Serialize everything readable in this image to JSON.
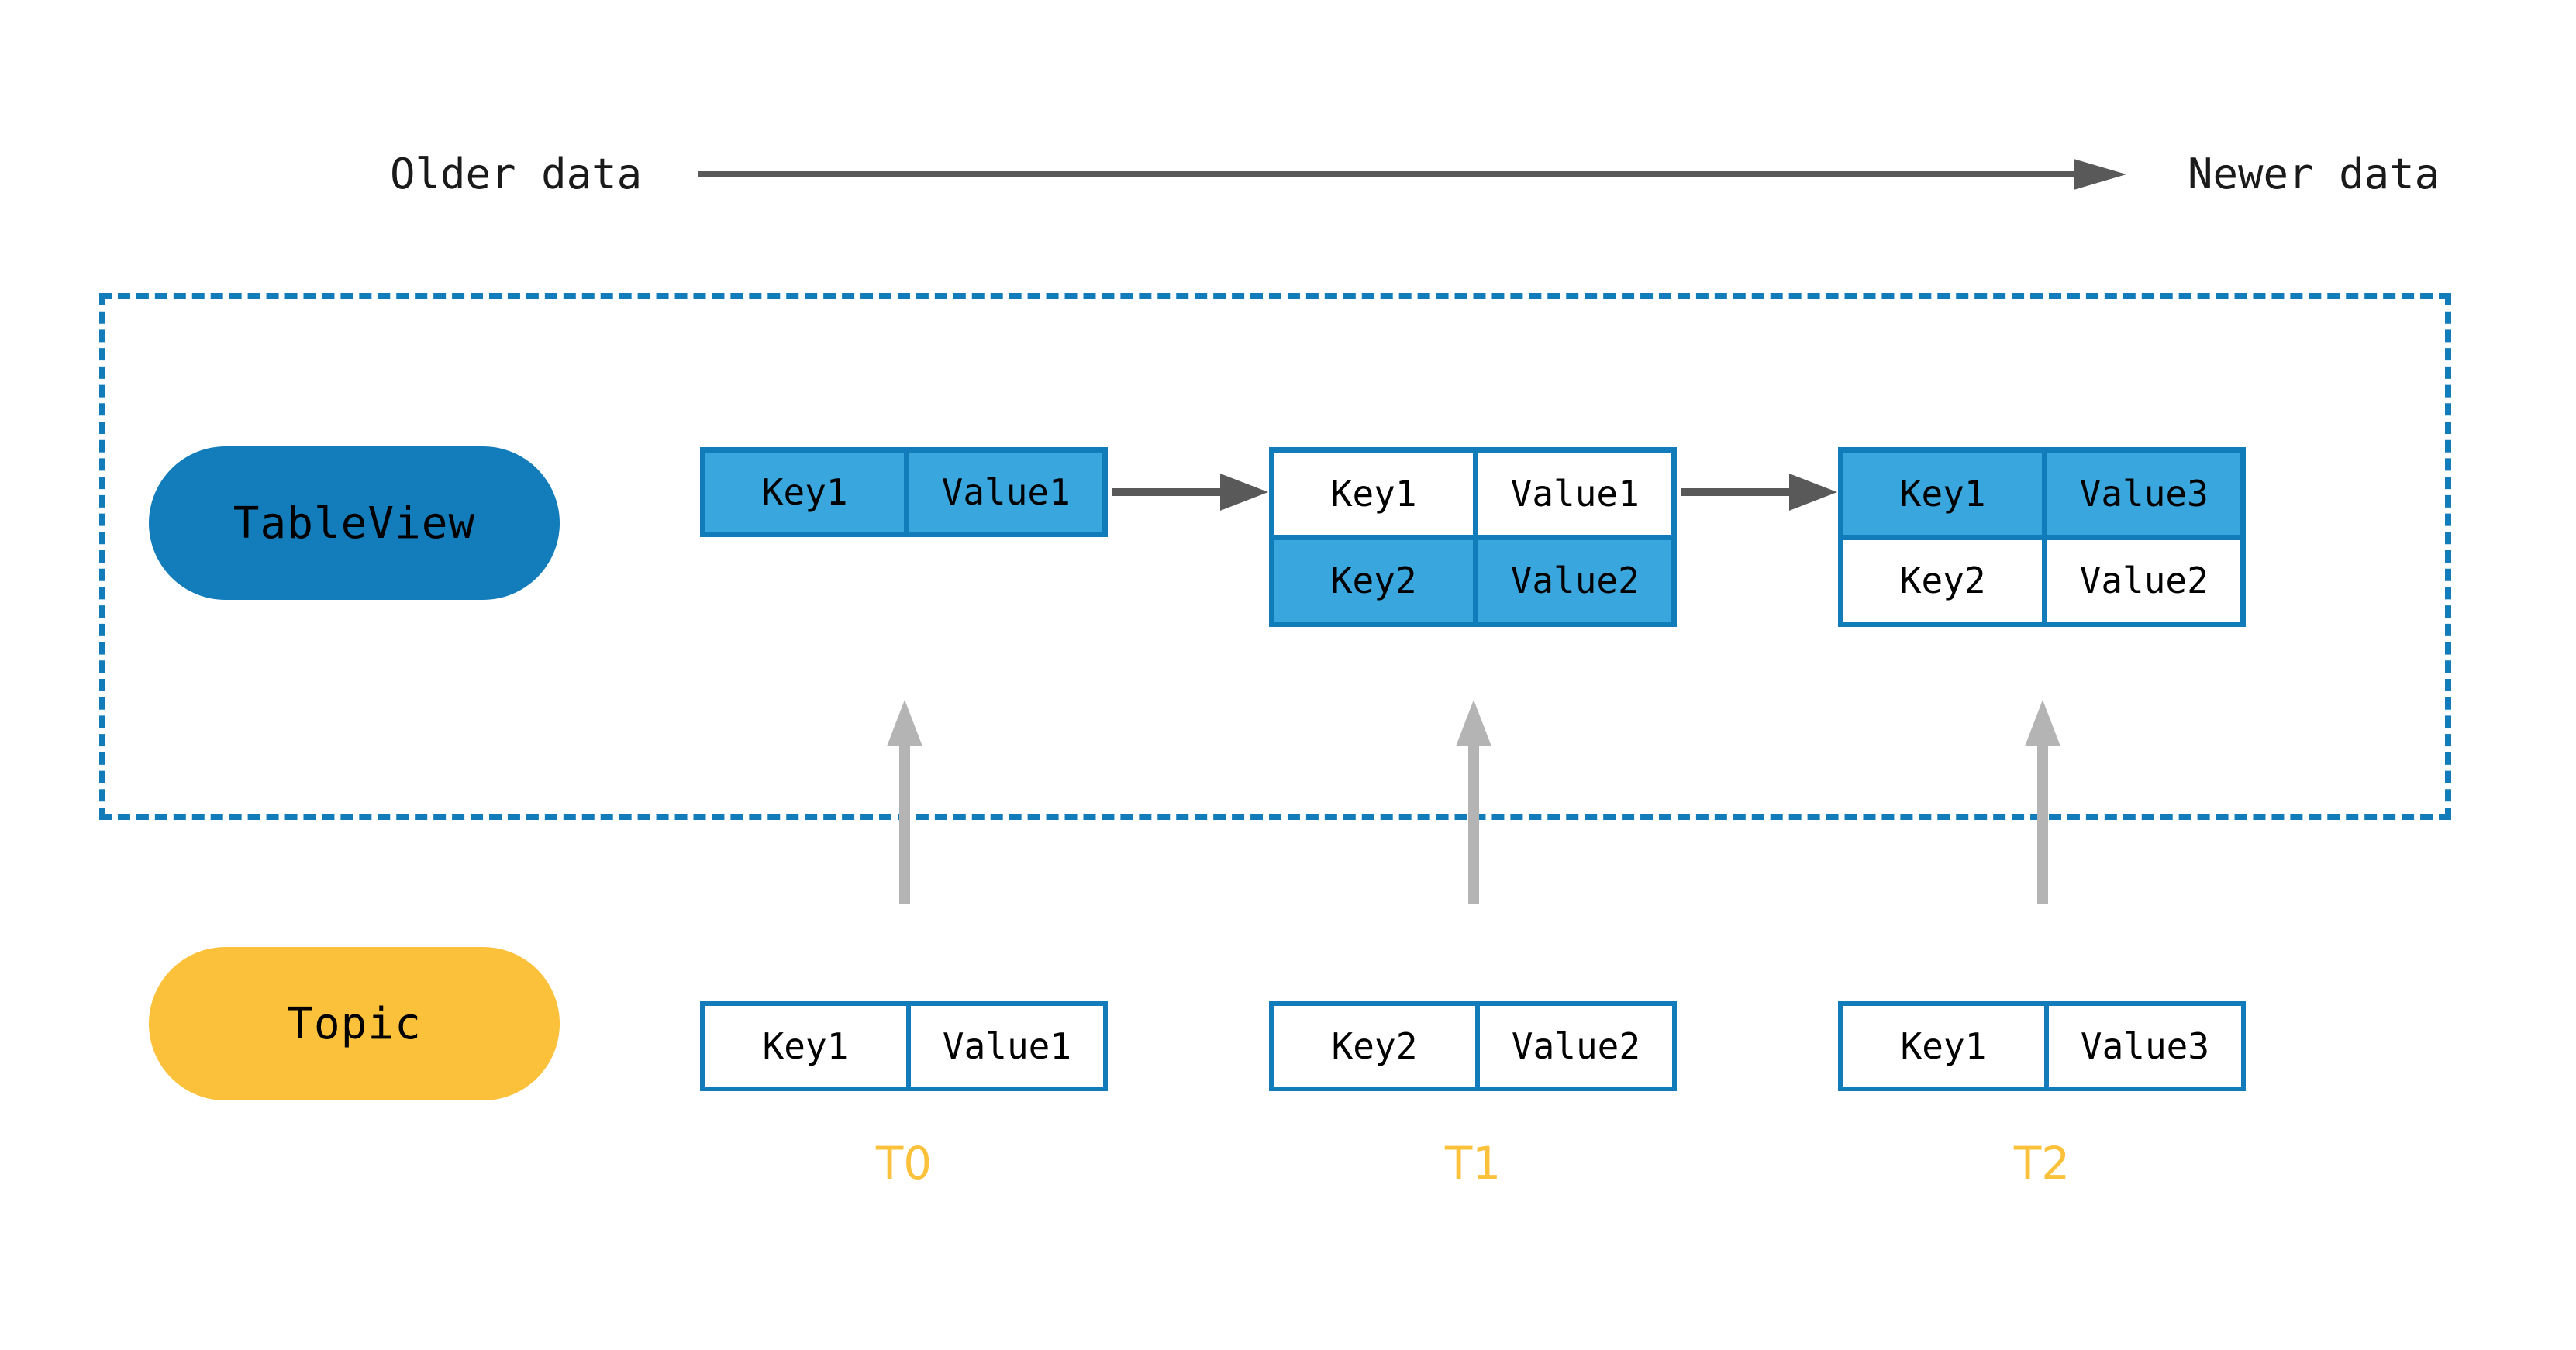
{
  "timeline": {
    "older_label": "Older data",
    "newer_label": "Newer data",
    "axis_icon": "right-arrow-icon"
  },
  "regions": {
    "tableview": {
      "pill_label": "TableView",
      "pill_color": "#137cba",
      "border_color": "#127cba",
      "border_style": "dashed"
    },
    "topic": {
      "pill_label": "Topic",
      "pill_color": "#fbc13a"
    }
  },
  "colors": {
    "accent_blue": "#127cba",
    "highlight_blue": "#3aa6de",
    "amber": "#fbc13a",
    "arrow_dark": "#595959",
    "arrow_light": "#b4b4b4",
    "text": "#000000"
  },
  "tableview_snapshots": [
    {
      "time": "T0",
      "rows": [
        {
          "key": "Key1",
          "value": "Value1",
          "highlight": true
        }
      ]
    },
    {
      "time": "T1",
      "rows": [
        {
          "key": "Key1",
          "value": "Value1",
          "highlight": false
        },
        {
          "key": "Key2",
          "value": "Value2",
          "highlight": true
        }
      ]
    },
    {
      "time": "T2",
      "rows": [
        {
          "key": "Key1",
          "value": "Value3",
          "highlight": true
        },
        {
          "key": "Key2",
          "value": "Value2",
          "highlight": false
        }
      ]
    }
  ],
  "topic_records": [
    {
      "time": "T0",
      "key": "Key1",
      "value": "Value1"
    },
    {
      "time": "T1",
      "key": "Key2",
      "value": "Value2"
    },
    {
      "time": "T2",
      "key": "Key1",
      "value": "Value3"
    }
  ],
  "time_labels": [
    "T0",
    "T1",
    "T2"
  ]
}
